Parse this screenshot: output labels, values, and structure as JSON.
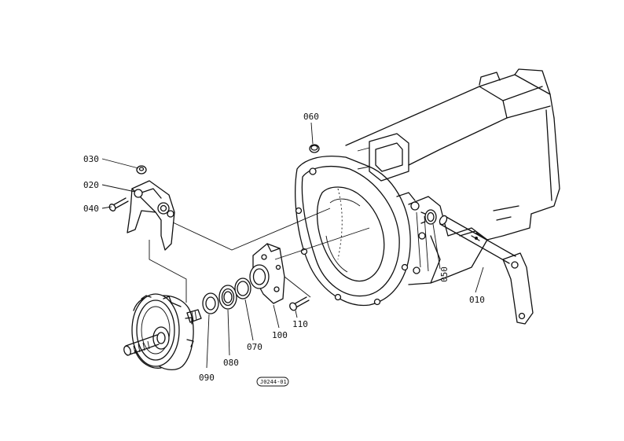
{
  "parts": {
    "p010": "010",
    "p020": "020",
    "p030": "030",
    "p040": "040",
    "p050": "050",
    "p060": "060",
    "p070": "070",
    "p080": "080",
    "p090": "090",
    "p100": "100",
    "p110": "110"
  },
  "reference_code": "J0244-01",
  "colors": {
    "ink": "#111111",
    "paper": "#ffffff"
  }
}
